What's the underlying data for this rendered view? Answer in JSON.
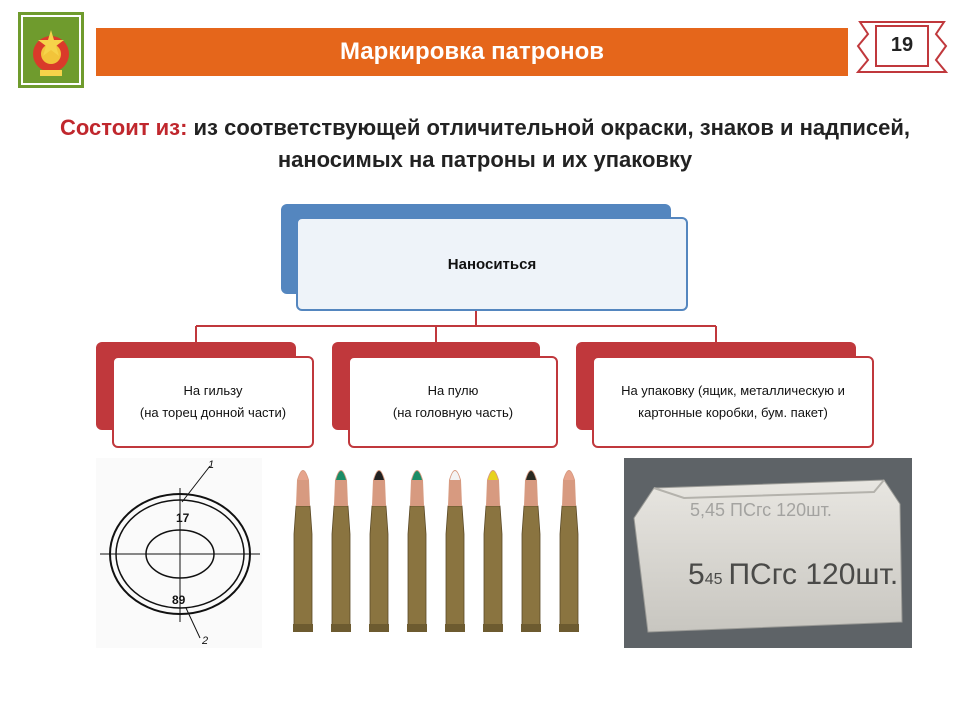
{
  "header": {
    "title": "Маркировка патронов",
    "page_number": "19",
    "colors": {
      "accent": "#e5661b",
      "emblem_bg": "#6f9b2d"
    }
  },
  "subtitle": {
    "lead": "Состоит из:",
    "text": " из соответствующей отличительной окраски, знаков и надписей, наносимых на патроны и их упаковку"
  },
  "hierarchy": {
    "root": {
      "label": "Наноситься",
      "color": "#5486bf"
    },
    "children": [
      {
        "line1": "На гильзу",
        "line2": "(на торец донной части)",
        "color": "#c0383c"
      },
      {
        "line1": "На пулю",
        "line2": "(на головную часть)",
        "color": "#c0383c"
      },
      {
        "line1": "На упаковку (ящик, металлическую и",
        "line2": "картонные коробки, бум. пакет)",
        "color": "#c0383c"
      }
    ]
  },
  "images": {
    "ring_diagram": {
      "top_mark": "17",
      "bottom_mark": "89",
      "callout_1": "1",
      "callout_2": "2"
    },
    "cartridges": {
      "tip_colors": [
        "#e6a48c",
        "#1c8c66",
        "#222222",
        "#1c8c66",
        "#f3f3f3",
        "#e7d21f",
        "#2a2a22",
        "#e6a48c"
      ]
    },
    "package": {
      "line_top": "5,45 ПСгс 120шт.",
      "line_main_prefix": "5",
      "line_main_sub": "45",
      "line_main_rest": "ПСгс 120шт."
    }
  }
}
